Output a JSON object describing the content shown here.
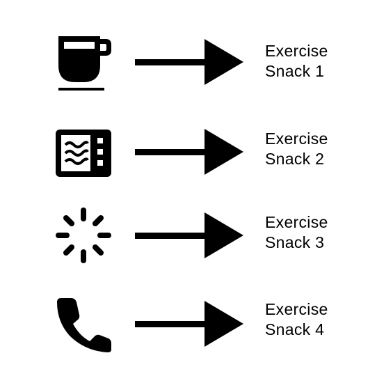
{
  "rows": [
    {
      "icon": "coffee-cup-icon",
      "label_line1": "Exercise",
      "label_line2": "Snack 1"
    },
    {
      "icon": "microwave-icon",
      "label_line1": "Exercise",
      "label_line2": "Snack 2"
    },
    {
      "icon": "loading-spinner-icon",
      "label_line1": "Exercise",
      "label_line2": "Snack 3"
    },
    {
      "icon": "phone-icon",
      "label_line1": "Exercise",
      "label_line2": "Snack 4"
    }
  ],
  "colors": {
    "foreground": "#000000",
    "background": "#ffffff"
  }
}
